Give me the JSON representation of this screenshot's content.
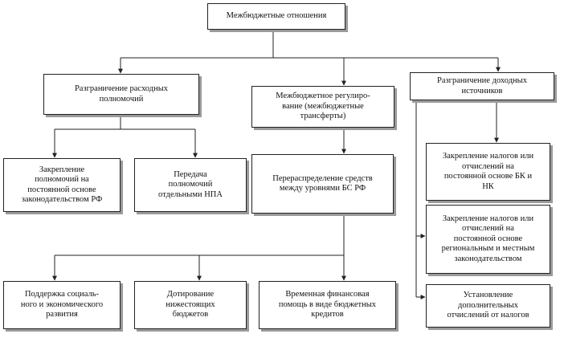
{
  "root": {
    "label": "Межбюджетные отношения"
  },
  "branches": {
    "expenditures": {
      "label": "Разграничение расходных\nполномочий"
    },
    "transfers": {
      "label": "Межбюджетное регулиро-\nвание (межбюджетные\nтрансферты)"
    },
    "revenues": {
      "label": "Разграничение доходных\nисточников"
    }
  },
  "items": {
    "fixation_federal": {
      "label": "Закрепление\nполномочий на\nпостоянной основе\nзаконодательством РФ"
    },
    "transfer_npa": {
      "label": "Передача\nполномочий\nотдельными НПА"
    },
    "redistribution": {
      "label": "Перераспределение средств\nмежду уровнями БС РФ"
    },
    "support": {
      "label": "Поддержка социаль-\nного и экономического\nразвития"
    },
    "subsidy": {
      "label": "Дотирование\nнижестоящих\nбюджетов"
    },
    "temporary_aid": {
      "label": "Временная финансовая\nпомощь в виде бюджетных\nкредитов"
    },
    "taxes_bk_nk": {
      "label": "Закрепление налогов или\nотчислений на\nпостоянной основе БК и\nНК"
    },
    "taxes_regional": {
      "label": "Закрепление налогов или\nотчислений на\nпостоянной основе\nрегиональным и местным\nзаконодательством"
    },
    "additional_deductions": {
      "label": "Установление\nдополнительных\nотчислений от налогов"
    }
  }
}
